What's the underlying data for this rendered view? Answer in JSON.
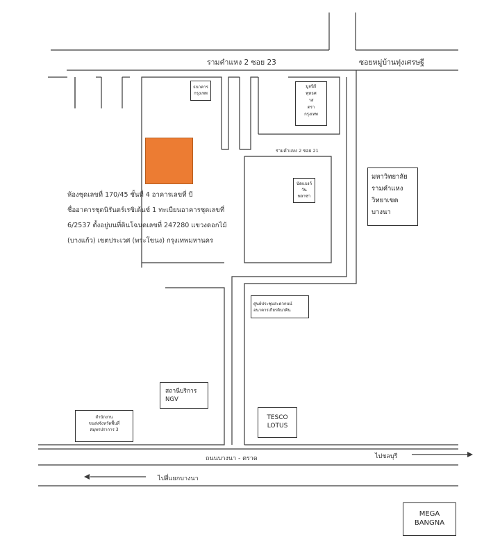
{
  "colors": {
    "target_building": "#ec7c33",
    "line": "#3a3a3a"
  },
  "roads": {
    "soi23": "รามคำแหง 2 ซอย 23",
    "thung_setthi": "ซอยหมู่บ้านทุ่งเศรษฐี",
    "soi21": "รามคำแหง 2 ซอย 21",
    "bangna_trat": "ถนนบางนา - ตราด",
    "to_chonburi": "ไปชลบุรี",
    "to_bangna_junction": "ไปสี่แยกบางนา"
  },
  "places": {
    "bank_lines": [
      "ธนาคาร",
      "กรุงเทพ"
    ],
    "foundation_lines": [
      "มูลนิธิ",
      "พุทธศ",
      "าส",
      "ตรา",
      "กรุงเทพ"
    ],
    "market_lines": [
      "นัดแบงก์",
      "วัน",
      "พลาซ่า"
    ],
    "university_lines": [
      "มหาวิทยาลัย",
      "รามคำแหง",
      "วิทยาเขต",
      "บางนา"
    ],
    "exhibition_lines": [
      "ศูนย์ประชุมสะดวกนน์",
      "อนาคารเกียรตินาคิน"
    ],
    "ngv_lines": [
      "สถานีบริการ",
      "NGV"
    ],
    "land_office_lines": [
      "สำนักงาน",
      "ขนส่งจังหวัดพื้นที่",
      "สมุทรปราการ 3"
    ],
    "tesco_lines": [
      "TESCO",
      "LOTUS"
    ],
    "mega_lines": [
      "MEGA",
      "BANGNA"
    ]
  },
  "target": {
    "description_lines": [
      "ห้องชุดเลขที่ 170/45 ชั้นที่ 4 อาคารเลขที่ บี",
      "ชื่ออาคารชุดนิรันดร์เรซิเด้นซ์ 1 ทะเบียนอาคารชุดเลขที่",
      "6/2537 ตั้งอยู่บนที่ดินโฉนดเลขที่ 247280 แขวงดอกไม้",
      "(บางแก้ว)  เขตประเวศ (พระโขนง) กรุงเทพมหานคร"
    ]
  },
  "arrows": {
    "right": "→",
    "left": "←"
  }
}
